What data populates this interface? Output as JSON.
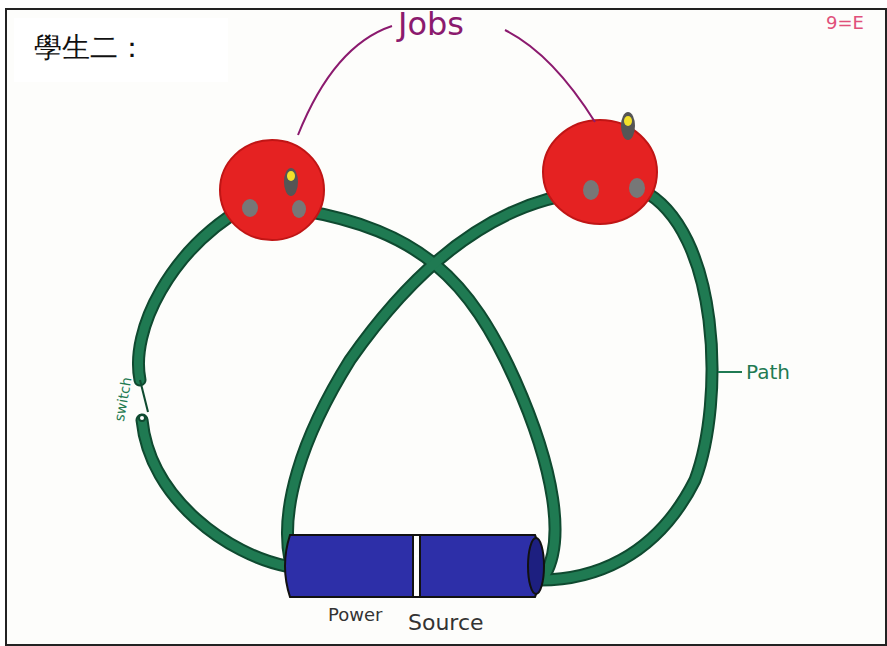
{
  "diagram": {
    "title": "學生二：",
    "labels": [
      "9=E",
      "Jobs",
      "switch",
      "Path",
      "Power",
      "Source"
    ]
  }
}
